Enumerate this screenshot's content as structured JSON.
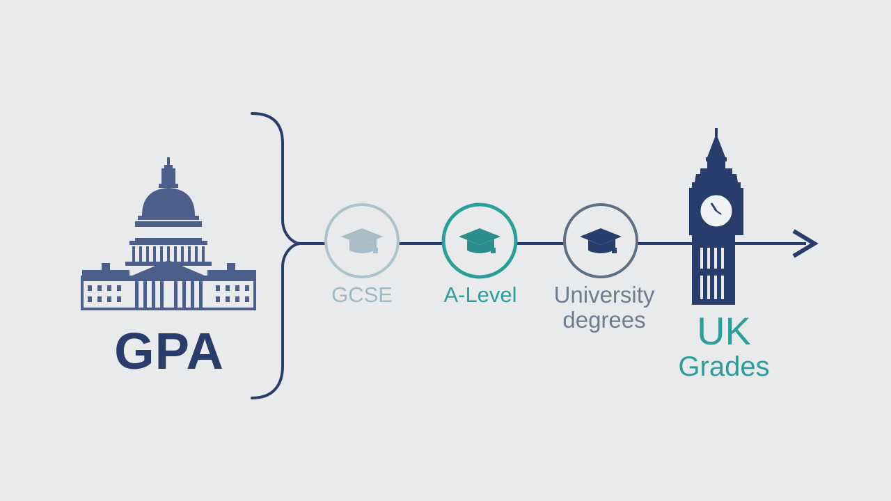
{
  "origin": {
    "label": "GPA",
    "icon": "capitol-building-icon"
  },
  "stages": [
    {
      "label": "GCSE",
      "icon": "graduation-cap-icon",
      "color": "#a8c2cc"
    },
    {
      "label": "A-Level",
      "icon": "graduation-cap-icon",
      "color": "#2a9e9a"
    },
    {
      "label": "University degrees",
      "icon": "graduation-cap-icon",
      "color": "#5f6f82"
    }
  ],
  "destination": {
    "label_line1": "UK",
    "label_line2": "Grades",
    "icon": "big-ben-tower-icon"
  },
  "colors": {
    "navy": "#283d6b",
    "teal": "#2a9e9a",
    "background": "#e9eaeb"
  }
}
